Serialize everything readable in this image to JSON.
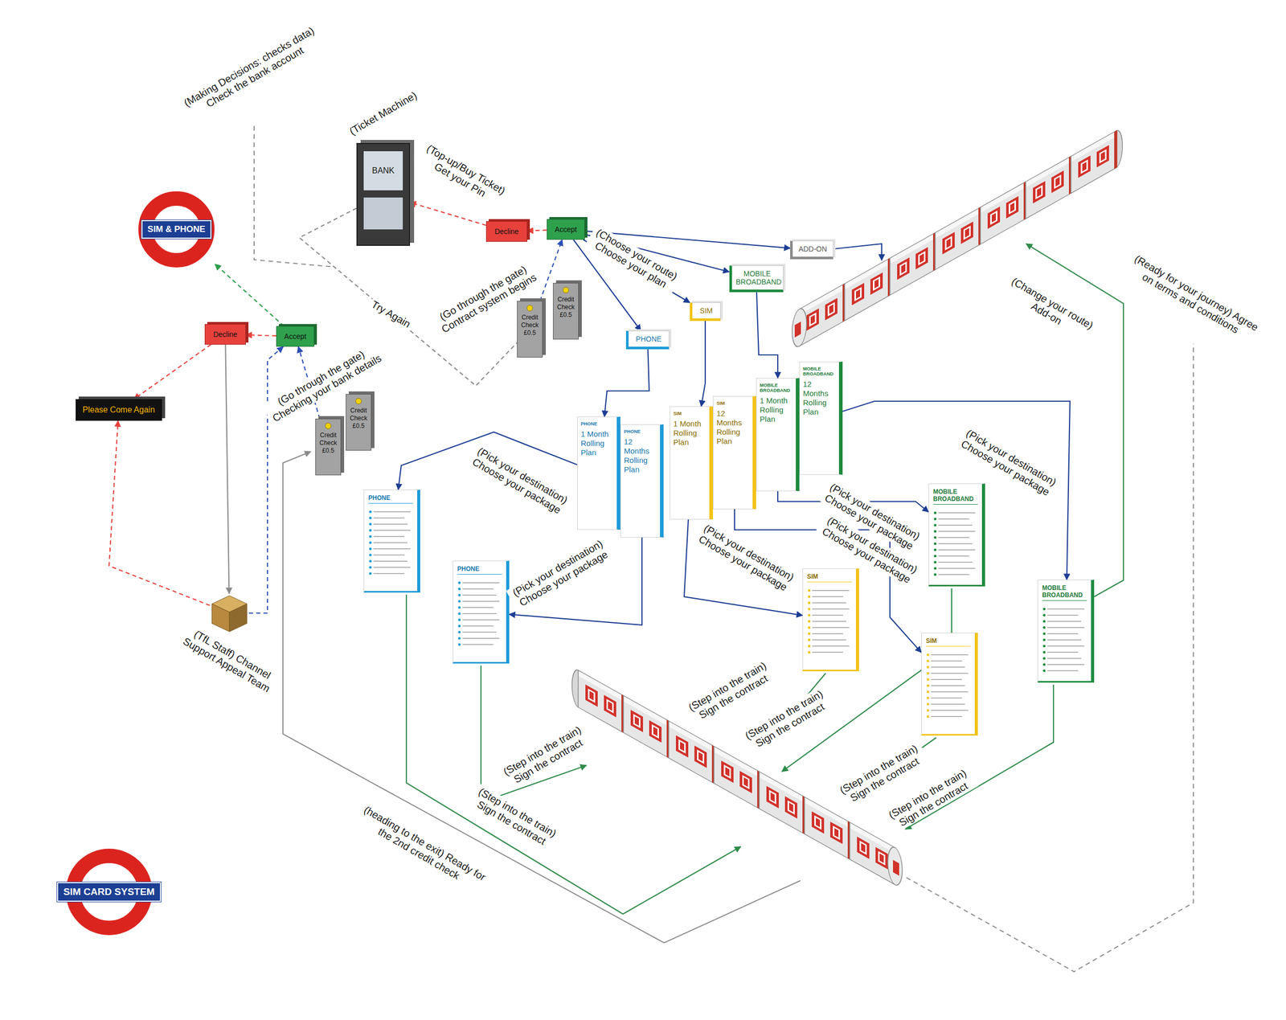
{
  "diagram": {
    "nodes": [
      {
        "text": [
          "SIM & PHONE"
        ]
      },
      {
        "text": [
          "SIM CARD SYSTEM"
        ]
      },
      {
        "text": [
          "(Ticket Machine)",
          "BANK"
        ]
      },
      {
        "text": [
          "Decline"
        ]
      },
      {
        "text": [
          "Accept"
        ]
      },
      {
        "text": [
          "Credit Check £0.5"
        ]
      },
      {
        "text": [
          "Credit Check £0.5"
        ]
      },
      {
        "text": [
          "Decline"
        ]
      },
      {
        "text": [
          "Accept"
        ]
      },
      {
        "text": [
          "Please Come Again"
        ]
      },
      {
        "text": [
          "Credit Check £0.5"
        ]
      },
      {
        "text": [
          "Credit Check £0.5"
        ]
      },
      {
        "text": [
          "(TfL Staff) Channel Support Appeal Team"
        ]
      },
      {
        "text": [
          "PHONE"
        ]
      },
      {
        "text": [
          "SIM"
        ]
      },
      {
        "text": [
          "MOBILE BROADBAND"
        ]
      },
      {
        "text": [
          "ADD-ON"
        ]
      },
      {
        "text": [
          "PHONE",
          "1 Month Rolling Plan"
        ]
      },
      {
        "text": [
          "PHONE",
          "12 Months Rolling Plan"
        ]
      },
      {
        "text": [
          "SIM",
          "1 Month Rolling Plan"
        ]
      },
      {
        "text": [
          "SIM",
          "12 Months Rolling Plan"
        ]
      },
      {
        "text": [
          "MOBILE BROADBAND",
          "1 Month Rolling Plan"
        ]
      },
      {
        "text": [
          "MOBILE BROADBAND",
          "12 Months Rolling Plan"
        ]
      },
      {
        "text": [
          "PHONE"
        ]
      },
      {
        "text": [
          "PHONE"
        ]
      },
      {
        "text": [
          "SIM"
        ]
      },
      {
        "text": [
          "SIM"
        ]
      },
      {
        "text": [
          "MOBILE BROADBAND"
        ]
      },
      {
        "text": [
          "MOBILE BROADBAND"
        ]
      }
    ],
    "edges": [
      {
        "from": 5,
        "to": 4,
        "arrow": "to"
      },
      {
        "from": 4,
        "to": 3,
        "arrow": "to"
      },
      {
        "from": 3,
        "to": 2,
        "arrow": "to"
      },
      {
        "from": 2,
        "to": 5,
        "arrow": "none"
      },
      {
        "from": 4,
        "to": 13,
        "arrow": "to"
      },
      {
        "from": 4,
        "to": 14,
        "arrow": "to"
      },
      {
        "from": 4,
        "to": 15,
        "arrow": "to"
      },
      {
        "from": 4,
        "to": 16,
        "arrow": "to"
      },
      {
        "from": 7,
        "to": 9,
        "arrow": "to"
      },
      {
        "from": 7,
        "to": 12,
        "arrow": "to"
      },
      {
        "from": 12,
        "to": 9,
        "arrow": "to"
      },
      {
        "from": 12,
        "to": 8,
        "arrow": "to"
      },
      {
        "from": 8,
        "to": 7,
        "arrow": "to"
      },
      {
        "from": 8,
        "to": 0,
        "arrow": "to"
      },
      {
        "from": 10,
        "to": 8,
        "arrow": "to"
      },
      {
        "from": 13,
        "to": 17,
        "arrow": "to"
      },
      {
        "from": 14,
        "to": 19,
        "arrow": "to"
      },
      {
        "from": 15,
        "to": 21,
        "arrow": "to"
      },
      {
        "from": 17,
        "to": 23,
        "arrow": "to"
      },
      {
        "from": 18,
        "to": 24,
        "arrow": "to"
      },
      {
        "from": 19,
        "to": 25,
        "arrow": "to"
      },
      {
        "from": 20,
        "to": 26,
        "arrow": "to"
      },
      {
        "from": 21,
        "to": 27,
        "arrow": "to"
      },
      {
        "from": 22,
        "to": 28,
        "arrow": "to"
      }
    ],
    "labels": [
      "(Making Decisions: checks data) Check the bank account",
      "(Top-up/Buy Ticket) Get your Pin",
      "Try Again",
      "(Go through the gate) Contract system begins",
      "(Choose your route) Choose your plan",
      "(Go through the gate) Checking your bank details",
      "(Change your route) Add-on",
      "(Ready for your journey) Agree on terms and conditions",
      "(Pick your destination) Choose your package",
      "(Pick your destination) Choose your package",
      "(Pick your destination) Choose your package",
      "(Pick your destination) Choose your package",
      "(Pick your destination) Choose your package",
      "(Pick your destination) Choose your package",
      "(Step into the train) Sign the contract",
      "(Step into the train) Sign the contract",
      "(Step into the train) Sign the contract",
      "(Step into the train) Sign the contract",
      "(Step into the train) Sign the contract",
      "(Step into the train) Sign the contract",
      "(heading to the exit) Ready for the 2nd credit check"
    ]
  }
}
